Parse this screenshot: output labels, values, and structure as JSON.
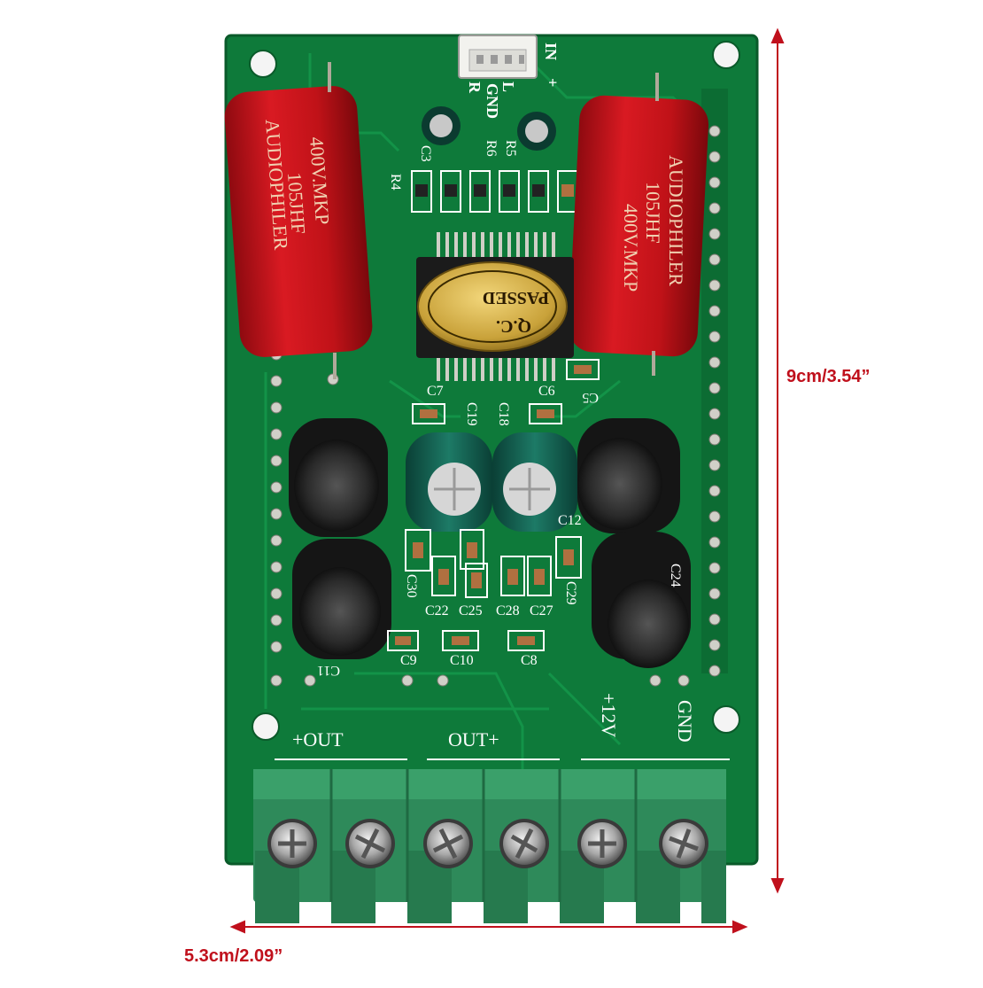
{
  "dimensions": {
    "height_label": "9cm/3.54”",
    "width_label": "5.3cm/2.09”",
    "line_color": "#c0101c"
  },
  "board": {
    "pcb_color": "#0e7a3a",
    "silkscreen_color": "#ffffff",
    "capacitor_color": "#c8141a",
    "terminal_color": "#2e8a5a",
    "input_labels": [
      "IN",
      "L",
      "GND",
      "R",
      "+"
    ],
    "capacitor_print": [
      "AUDIOPHILER",
      "105JHF",
      "400V.MKP"
    ],
    "chip_sticker": [
      "Q.C.",
      "PASSED"
    ],
    "component_labels": [
      "R4",
      "R5",
      "R6",
      "C3",
      "C7",
      "C6",
      "C5",
      "C19",
      "C18",
      "C12",
      "C30",
      "C22",
      "C25",
      "C28",
      "C27",
      "C29",
      "C9",
      "C10",
      "C8",
      "C11",
      "C24"
    ],
    "output_labels": [
      "+OUT",
      "OUT+",
      "+12V",
      "GND"
    ]
  }
}
